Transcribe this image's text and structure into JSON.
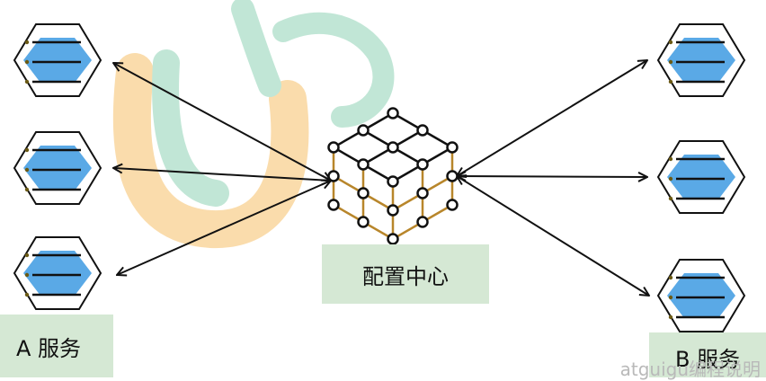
{
  "labels": {
    "service_a": "A 服务",
    "config_center": "配置中心",
    "service_b": "B 服务"
  },
  "watermark": {
    "text": "atguigu编程说明"
  },
  "colors": {
    "hex_fill": "#5aa9e6",
    "hex_stroke": "#111111",
    "label_bg": "#d5e8d4",
    "cube_edge": "#b8862b",
    "watermark_orange": "#f7c16a",
    "watermark_green": "#8fd3b6"
  }
}
